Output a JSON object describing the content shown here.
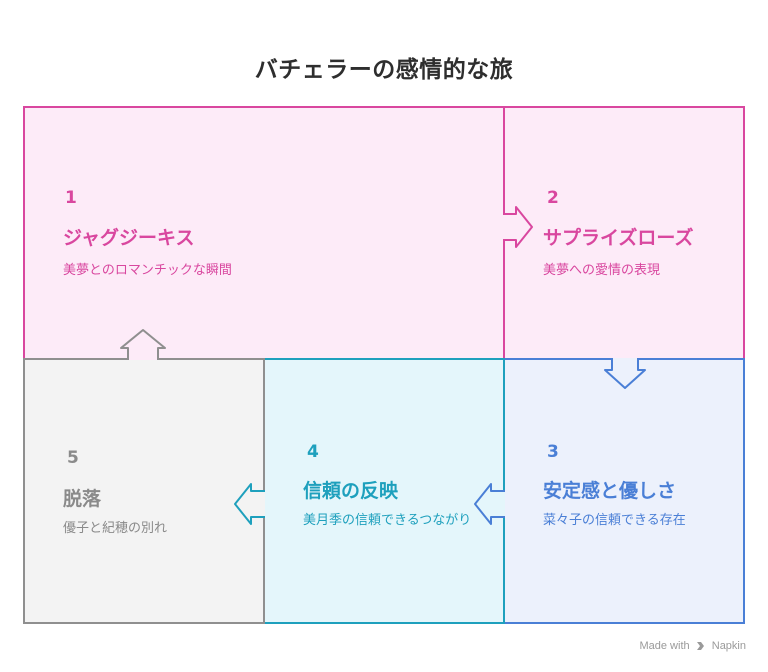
{
  "title": "バチェラーの感情的な旅",
  "steps": [
    {
      "number": "1",
      "heading": "ジャグジーキス",
      "description": "美夢とのロマンチックな瞬間",
      "color": "#d9479f"
    },
    {
      "number": "2",
      "heading": "サプライズローズ",
      "description": "美夢への愛情の表現",
      "color": "#d9479f"
    },
    {
      "number": "3",
      "heading": "安定感と優しさ",
      "description": "菜々子の信頼できる存在",
      "color": "#4a7fd6"
    },
    {
      "number": "4",
      "heading": "信頼の反映",
      "description": "美月季の信頼できるつながり",
      "color": "#1ea0bd"
    },
    {
      "number": "5",
      "heading": "脱落",
      "description": "優子と紀穂の別れ",
      "color": "#8a8a8a"
    }
  ],
  "footer": {
    "made_with": "Made with",
    "brand": "Napkin"
  }
}
